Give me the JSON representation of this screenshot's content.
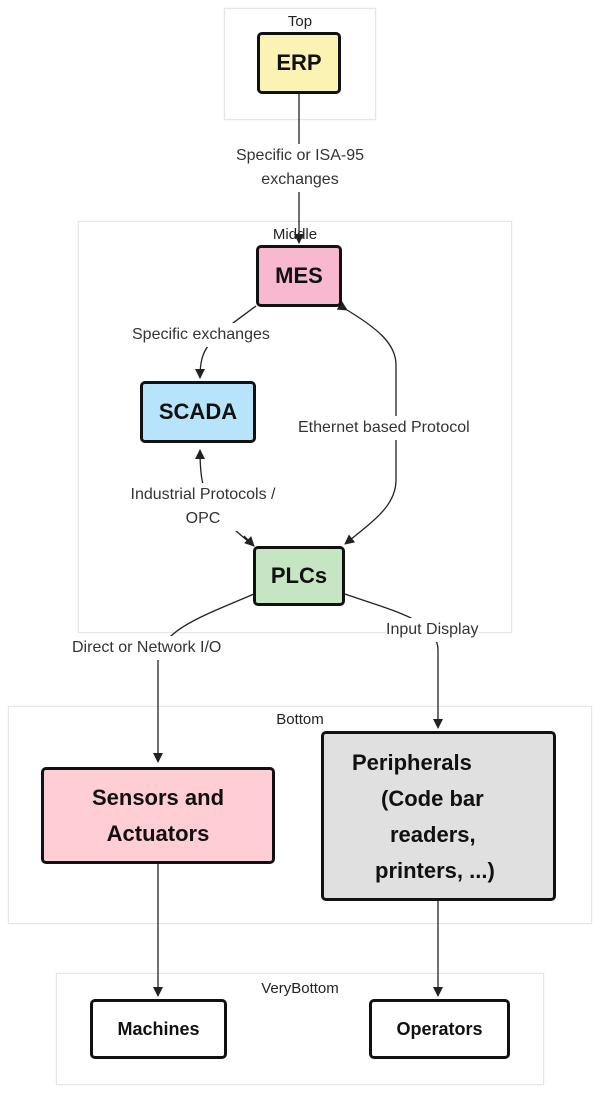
{
  "clusters": {
    "top": "Top",
    "middle": "Middle",
    "bottom": "Bottom",
    "verybottom": "VeryBottom"
  },
  "nodes": {
    "erp": "ERP",
    "mes": "MES",
    "scada": "SCADA",
    "plcs": "PLCs",
    "sensors": [
      "Sensors and",
      "Actuators"
    ],
    "peripherals": [
      "Peripherals",
      "(Code bar",
      "readers,",
      "printers, ...)"
    ],
    "machines": "Machines",
    "operators": "Operators"
  },
  "edges": {
    "erp_mes": [
      "Specific or ISA-95",
      "exchanges"
    ],
    "mes_scada": "Specific exchanges",
    "plc_mes": "Ethernet based Protocol",
    "scada_plc": [
      "Industrial Protocols /",
      "OPC"
    ],
    "plc_sensors": "Direct or Network I/O",
    "plc_peripherals": "Input Display"
  },
  "colors": {
    "erp": "#fbf3b3",
    "mes": "#f7b8d0",
    "scada": "#b7e3fb",
    "plcs": "#c6e5c3",
    "sensors": "#ffcdd4",
    "peripherals": "#e0e0e0",
    "machines": "#ffffff",
    "operators": "#ffffff"
  }
}
